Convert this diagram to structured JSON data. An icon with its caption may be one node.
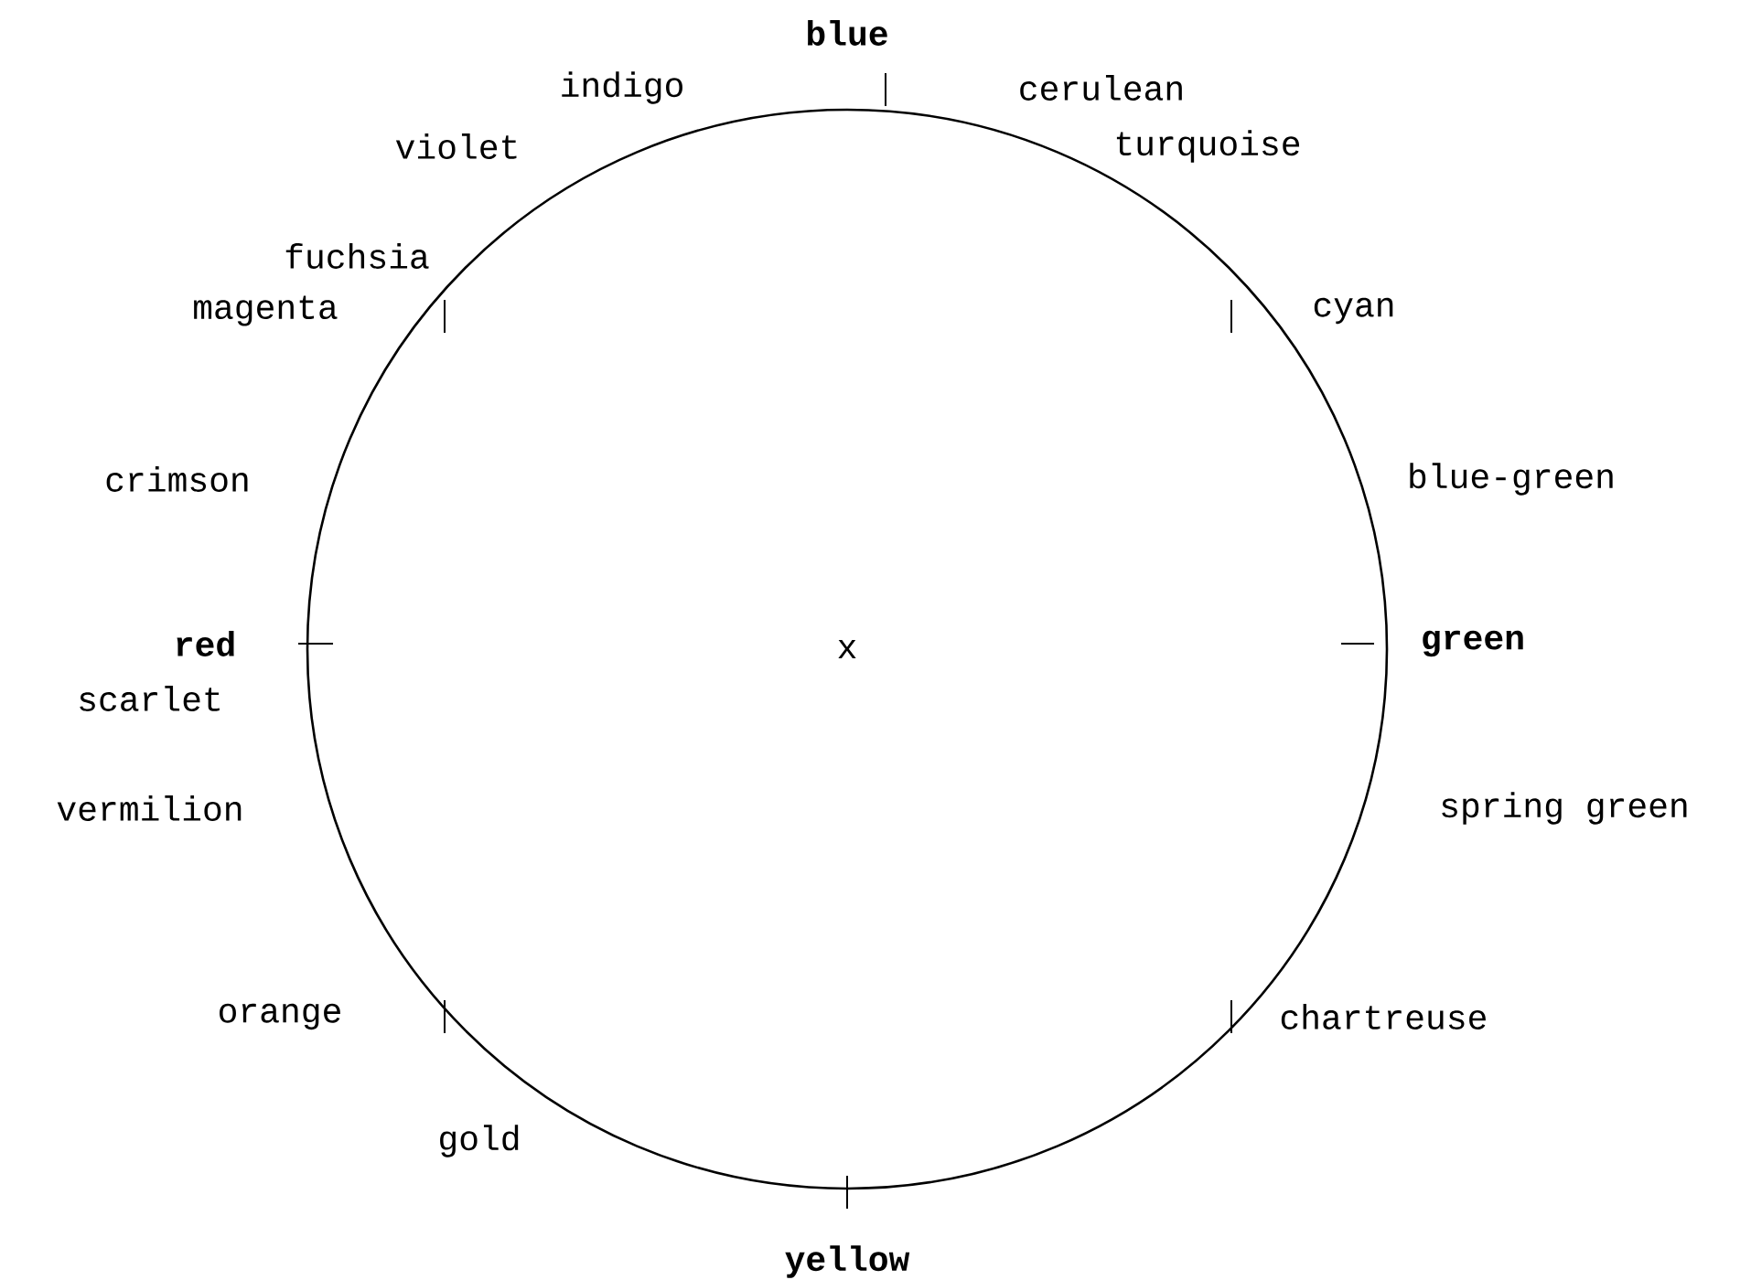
{
  "diagram": {
    "nodes": [
      {
        "text": [
          "x"
        ]
      }
    ],
    "labels": [
      "blue",
      "indigo",
      "cerulean",
      "violet",
      "turquoise",
      "fuchsia",
      "magenta",
      "cyan",
      "crimson",
      "blue-green",
      "red",
      "green",
      "scarlet",
      "vermilion",
      "spring green",
      "orange",
      "chartreuse",
      "gold",
      "yellow"
    ]
  }
}
